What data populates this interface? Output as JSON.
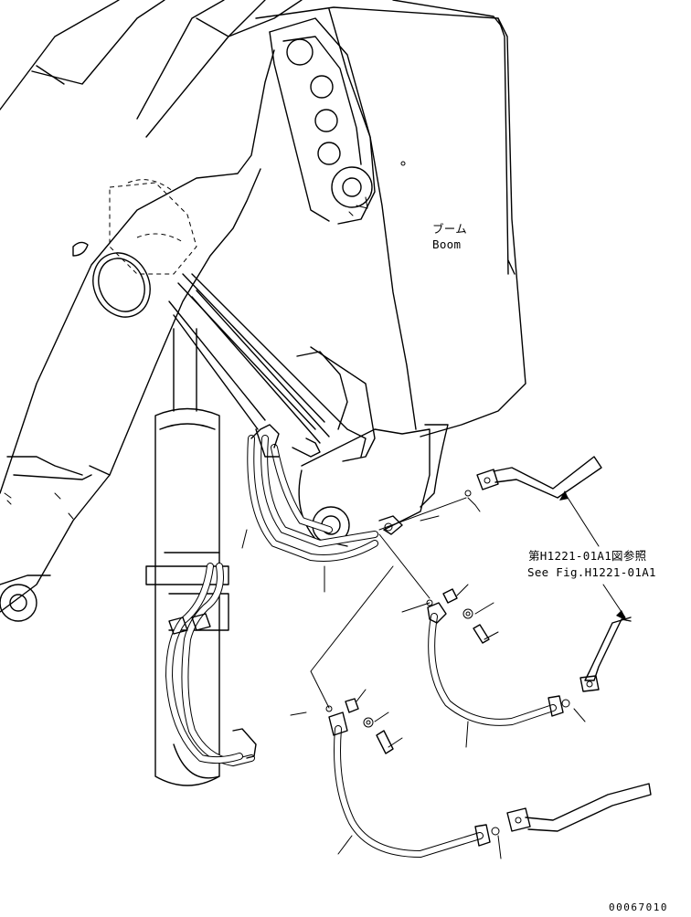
{
  "labels": {
    "boom_jp": "ブーム",
    "boom_en": "Boom",
    "see_fig_jp": "第H1221-01A1図参照",
    "see_fig_en": "See Fig.H1221-01A1",
    "drawing_number": "00067010"
  }
}
